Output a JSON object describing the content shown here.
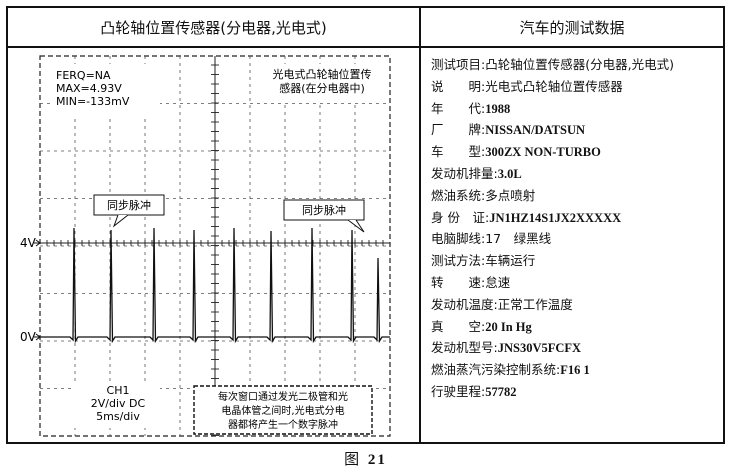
{
  "left_title": "凸轮轴位置传感器(分电器,光电式)",
  "right_title": "汽车的测试数据",
  "scope": {
    "stats": [
      "FERQ=NA",
      "MAX=4.93V",
      "MIN=-133mV"
    ],
    "note_top_right": [
      "光电式凸轮轴位置传",
      "感器(在分电器中)"
    ],
    "callout_left": "同步脉冲",
    "callout_right": "同步脉冲",
    "ylabel_4v": "4V",
    "ylabel_0v": "0V",
    "channel": [
      "CH1",
      "2V/div DC",
      "5ms/div"
    ],
    "note_bottom": [
      "每次窗口通过发光二极管和光",
      "电晶体管之间时,光电式分电",
      "器都将产生一个数字脉冲"
    ]
  },
  "info_rows": [
    {
      "label": "测试项目:",
      "value": "凸轮轴位置传感器(分电器,光电式)"
    },
    {
      "label": "说　　明:",
      "value": "光电式凸轮轴位置传感器"
    },
    {
      "label": "年　　代:",
      "value": "1988"
    },
    {
      "label": "厂　　牌:",
      "value": "NISSAN/DATSUN"
    },
    {
      "label": "车　　型:",
      "value": "300ZX NON-TURBO"
    },
    {
      "label": "发动机排量:",
      "value": "3.0L"
    },
    {
      "label": "燃油系统:",
      "value": "多点喷射"
    },
    {
      "label": "身 份　证:",
      "value": "JN1HZ14S1JX2XXXXX"
    },
    {
      "label": "电脑脚线:",
      "value": "17　绿黑线"
    },
    {
      "label": "测试方法:",
      "value": "车辆运行"
    },
    {
      "label": "转　　速:",
      "value": "怠速"
    },
    {
      "label": "发动机温度:",
      "value": "正常工作温度"
    },
    {
      "label": "真　　空:",
      "value": "20 In Hg"
    },
    {
      "label": "发动机型号:",
      "value": "JNS30V5FCFX"
    },
    {
      "label": "燃油蒸汽污染控制系统:",
      "value": "F16 1"
    },
    {
      "label": "行驶里程:",
      "value": "57782"
    }
  ],
  "caption_prefix": "图",
  "caption_num": "21"
}
